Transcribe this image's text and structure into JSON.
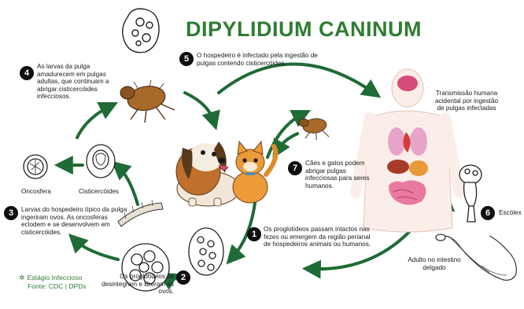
{
  "title": "DIPYLIDIUM CANINUM",
  "steps": [
    {
      "number": "1",
      "text": "Os proglotídeos passam intactos nas fezes ou emergem da região perianal de hospedeiros animais ou humanos."
    },
    {
      "number": "2",
      "text": "Os proglotídeos se desintegram e liberam os ovos."
    },
    {
      "number": "3",
      "text": "Larvas do hospedeiro típico da pulga ingeriram ovos. As oncosferas eclodem e se desenvolvem em cisticercóides."
    },
    {
      "number": "4",
      "text": "As larvas da pulga amadurecem em pulgas adultas, que continuam a abrigar cisticercóides infecciosos."
    },
    {
      "number": "5",
      "text": "O hospedeiro é infectado pela ingestão de pulgas contendo cisticercóides."
    },
    {
      "number": "6",
      "text": "Escólex"
    },
    {
      "number": "7",
      "text": "Cães e gatos podem abrigar pulgas infecciosas para seres humanos."
    }
  ],
  "labels": {
    "oncosphere": "Oncosfera",
    "cysticercoid": "Cisticercóides",
    "human_transmission": "Transmissão humana acidental por ingestão de pulgas infectadas",
    "adult": "Adulto no intestino delgado"
  },
  "legend": {
    "infective_stage": "Estágio Infeccioso",
    "source": "Fonte: CDC | DPDx"
  },
  "colors": {
    "title": "#2e7d32",
    "arrow": "#1f6b35",
    "badge": "#0f0f0f"
  }
}
